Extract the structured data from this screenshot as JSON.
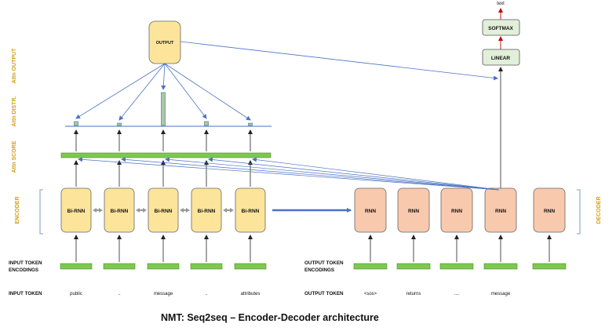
{
  "side_labels": {
    "attn_output": "Attn OUTPUT",
    "attn_distr": "Attn DISTR.",
    "attn_score": "Attn SCORE",
    "encoder": "ENCODER",
    "decoder": "DECODER"
  },
  "output_node": "OUTPUT",
  "top": {
    "text": "text",
    "softmax": "SOFTMAX",
    "linear": "LINEAR"
  },
  "encoder": {
    "cells": [
      "Bi-RNN",
      "Bi-RNN",
      "Bi-RNN",
      "Bi-RNN",
      "Bi-RNN"
    ],
    "input_label_line1": "INPUT TOKEN",
    "input_label_line2": "ENCODINGS",
    "token_label": "INPUT TOKEN",
    "tokens": [
      "public",
      "..",
      "message",
      "..",
      "attributes"
    ]
  },
  "decoder": {
    "cells": [
      "RNN",
      "RNN",
      "RNN",
      "RNN",
      "RNN"
    ],
    "output_label_line1": "OUTPUT TOKEN",
    "output_label_line2": "ENCODINGS",
    "token_label": "OUTPUT TOKEN",
    "tokens": [
      "<sos>",
      "returns",
      "....",
      "message"
    ]
  },
  "attention_distribution": [
    0.12,
    0.05,
    1.0,
    0.12,
    0.06
  ],
  "caption": "NMT: Seq2seq – Encoder-Decoder architecture",
  "colors": {
    "encoder_fill": "#fde49b",
    "decoder_fill": "#f8c9ad",
    "bar_green": "#7ec850",
    "arrow_blue": "#4a72c4",
    "label_gold": "#d4a017",
    "arrow_red": "#c00000",
    "top_box_fill": "#e2efd9"
  }
}
